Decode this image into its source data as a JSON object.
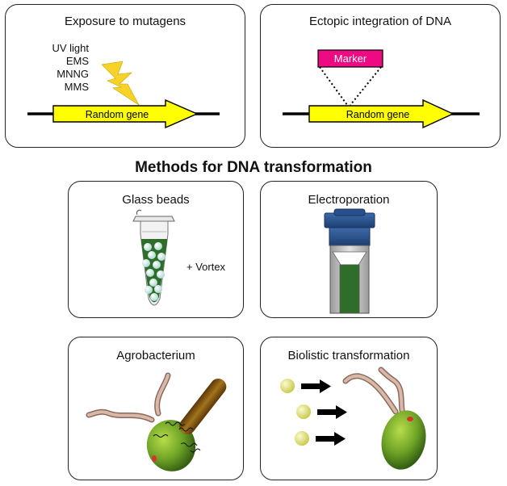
{
  "title": "Methods for DNA transformation",
  "panels": {
    "mutagens": {
      "title": "Exposure to mutagens",
      "mutagens": [
        "UV light",
        "EMS",
        "MNNG",
        "MMS"
      ],
      "gene_label": "Random gene"
    },
    "ectopic": {
      "title": "Ectopic integration of DNA",
      "marker_label": "Marker",
      "gene_label": "Random gene"
    },
    "glass_beads": {
      "title": "Glass beads",
      "note": "+ Vortex"
    },
    "electroporation": {
      "title": "Electroporation"
    },
    "agrobacterium": {
      "title": "Agrobacterium"
    },
    "biolistic": {
      "title": "Biolistic transformation"
    }
  },
  "colors": {
    "gene_arrow": "#ffff00",
    "marker": "#ee0a82",
    "bolt": "#f7d327",
    "liquid": "#2f6d2a",
    "cuvette_cap": "#2a4f8c",
    "cell_green": "#6fa326",
    "particle": "#e2e27a"
  }
}
